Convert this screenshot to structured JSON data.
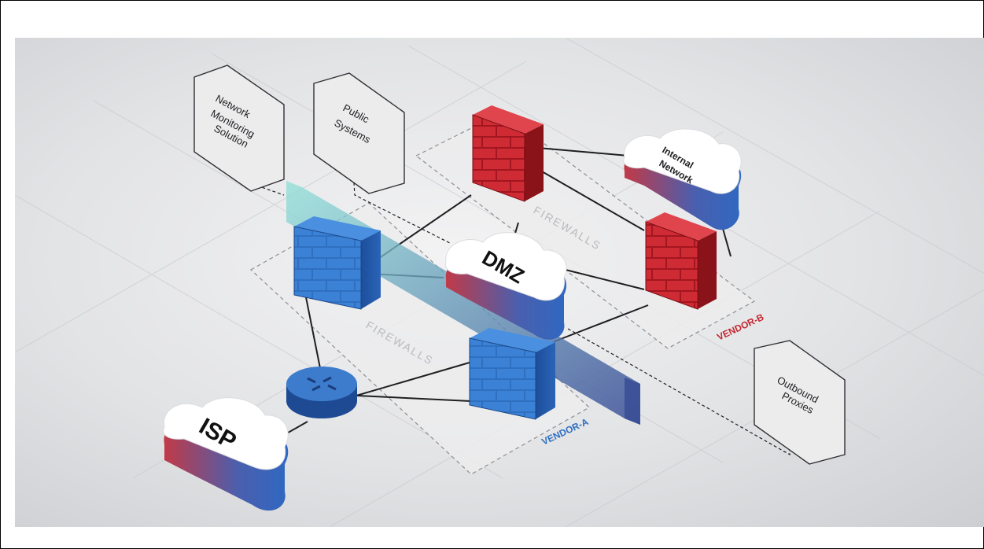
{
  "labels": {
    "network_monitoring": [
      "Network",
      "Monitoring",
      "Solution"
    ],
    "public_systems": [
      "Public",
      "Systems"
    ],
    "internal_network": [
      "Internal",
      "Network"
    ],
    "dmz": "DMZ",
    "isp": "ISP",
    "outbound_proxies": [
      "Outbound",
      "Proxies"
    ],
    "firewalls_a": "FIREWALLS",
    "firewalls_b": "FIREWALLS",
    "vendor_a": "VENDOR-A",
    "vendor_b": "VENDOR-B"
  },
  "icons": {
    "firewall": "brick-wall-icon",
    "router": "router-icon",
    "cloud": "cloud-icon"
  },
  "colors": {
    "vendor_a": "#2f6fc0",
    "vendor_b": "#c3252f",
    "monitor_band_start": "#7fd6d0",
    "monitor_band_end": "#3a4f9a"
  }
}
